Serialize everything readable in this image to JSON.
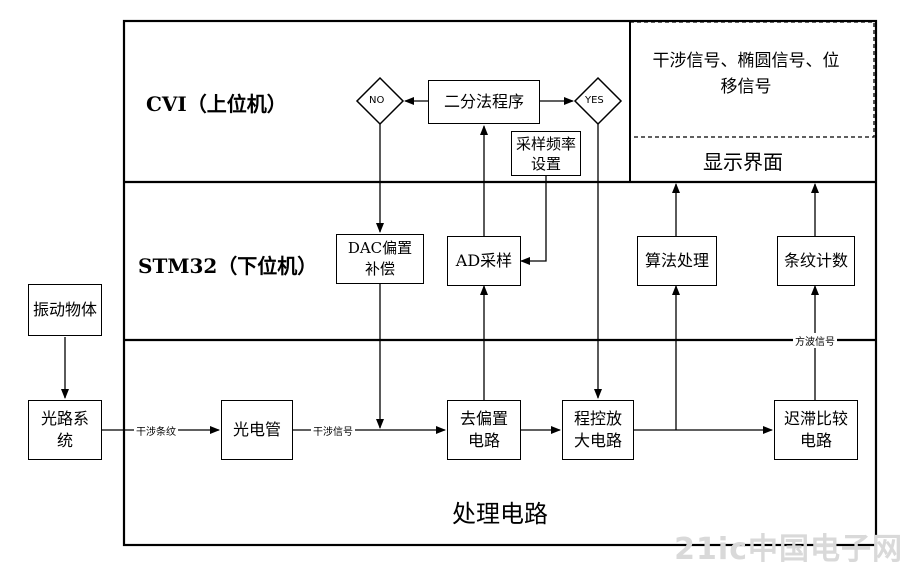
{
  "sections": {
    "cvi_title": "CVI（上位机）",
    "stm32_title": "STM32（下位机）",
    "processing_title": "处理电路"
  },
  "display": {
    "signals_text": "干涉信号、椭圆信号、位移信号",
    "interface_label": "显示界面"
  },
  "cvi": {
    "bisection": "二分法程序",
    "no_label": "NO",
    "yes_label": "YES",
    "sample_rate": "采样频率设置"
  },
  "stm32": {
    "dac": "DAC偏置补偿",
    "ad": "AD采样",
    "algorithm": "算法处理",
    "fringe_count": "条纹计数"
  },
  "circuit": {
    "vibrating_object": "振动物体",
    "optical_system": "光路系统",
    "phototube": "光电管",
    "remove_bias": "去偏置电路",
    "pga": "程控放大电路",
    "hysteresis": "迟滞比较电路"
  },
  "edges": {
    "fringe": "干涉条纹",
    "interference": "干涉信号",
    "square_wave": "方波信号"
  },
  "watermark": "21ic中国电子网"
}
